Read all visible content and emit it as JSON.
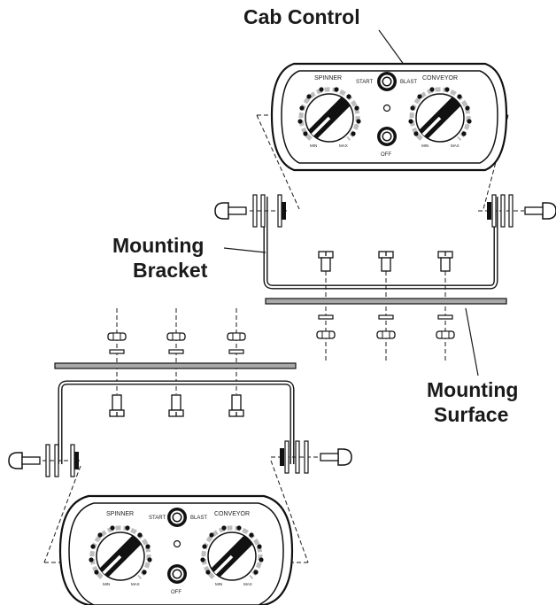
{
  "callouts": {
    "cab_control": "Cab Control",
    "mounting_bracket_line1": "Mounting",
    "mounting_bracket_line2": "Bracket",
    "mounting_surface_line1": "Mounting",
    "mounting_surface_line2": "Surface"
  },
  "panel_labels": {
    "spinner": "SPINNER",
    "conveyor": "CONVEYOR",
    "start": "START",
    "blast": "BLAST",
    "off": "OFF",
    "min": "MIN",
    "max": "MAX"
  },
  "colors": {
    "line": "#1a1a1a",
    "surface_fill": "#a8a8a8",
    "scale_gray": "#bdbdbd"
  }
}
